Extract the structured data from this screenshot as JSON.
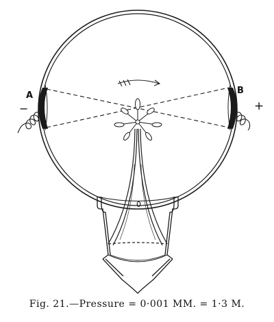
{
  "labels": {
    "electrode_a": "A",
    "electrode_b": "B",
    "terminal_minus": "−",
    "terminal_plus": "+",
    "stem_mark": "0"
  },
  "caption": "Fig. 21.—Pressure = 0·001 MM. = 1·3 M.",
  "ink_color": "#1a1a1a"
}
